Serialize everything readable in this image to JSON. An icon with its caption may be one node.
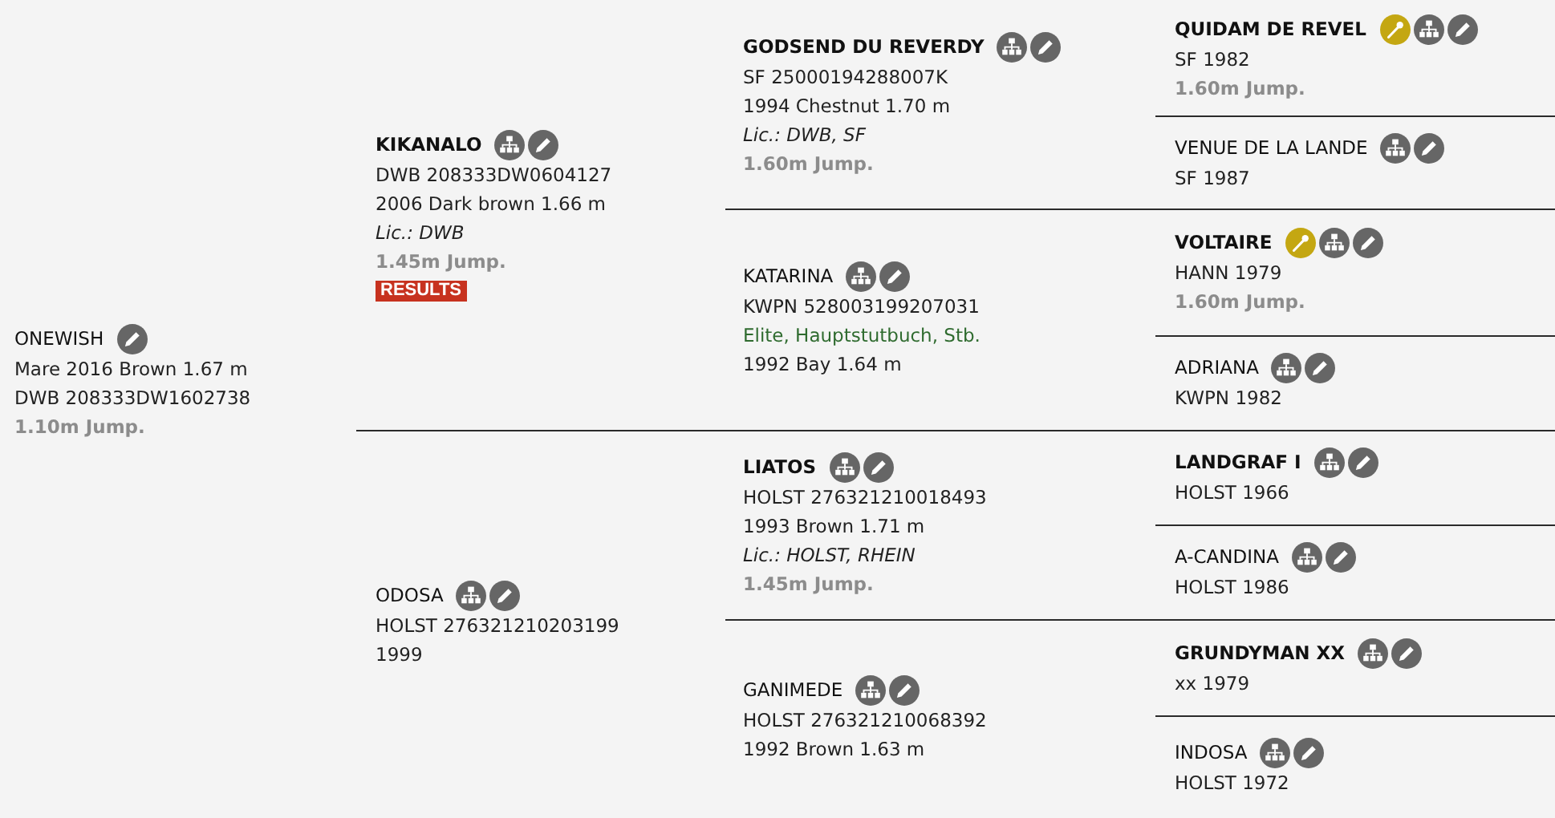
{
  "diagram": {
    "nodes": [
      {
        "text": [
          "ONEWISH",
          "Mare 2016 Brown 1.67 m",
          "DWB 208333DW1602738",
          "1.10m Jump."
        ]
      },
      {
        "text": [
          "KIKANALO",
          "DWB 208333DW0604127",
          "2006 Dark brown 1.66 m",
          "Lic.: DWB",
          "1.45m Jump.",
          "RESULTS"
        ]
      },
      {
        "text": [
          "ODOSA",
          "HOLST 276321210203199",
          "1999"
        ]
      },
      {
        "text": [
          "GODSEND DU REVERDY",
          "SF 25000194288007K",
          "1994 Chestnut 1.70 m",
          "Lic.: DWB, SF",
          "1.60m Jump."
        ]
      },
      {
        "text": [
          "KATARINA",
          "KWPN 528003199207031",
          "Elite, Hauptstutbuch, Stb.",
          "1992 Bay 1.64 m"
        ]
      },
      {
        "text": [
          "LIATOS",
          "HOLST 276321210018493",
          "1993 Brown 1.71 m",
          "Lic.: HOLST, RHEIN",
          "1.45m Jump."
        ]
      },
      {
        "text": [
          "GANIMEDE",
          "HOLST 276321210068392",
          "1992 Brown 1.63 m"
        ]
      },
      {
        "text": [
          "QUIDAM DE REVEL",
          "SF 1982",
          "1.60m Jump."
        ]
      },
      {
        "text": [
          "VENUE DE LA LANDE",
          "SF 1987"
        ]
      },
      {
        "text": [
          "VOLTAIRE",
          "HANN 1979",
          "1.60m Jump."
        ]
      },
      {
        "text": [
          "ADRIANA",
          "KWPN 1982"
        ]
      },
      {
        "text": [
          "LANDGRAF I",
          "HOLST 1966"
        ]
      },
      {
        "text": [
          "A-CANDINA",
          "HOLST 1986"
        ]
      },
      {
        "text": [
          "GRUNDYMAN XX",
          "xx 1979"
        ]
      },
      {
        "text": [
          "INDOSA",
          "HOLST 1972"
        ]
      }
    ]
  }
}
